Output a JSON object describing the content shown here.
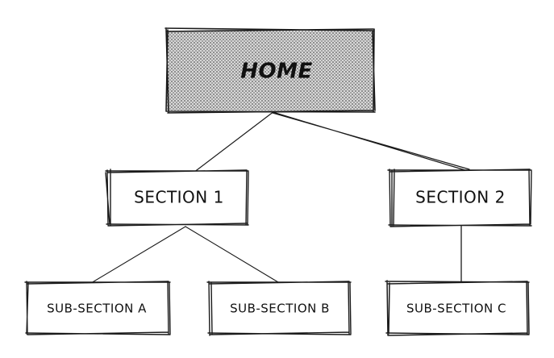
{
  "home": {
    "label": "HOME"
  },
  "sections": [
    {
      "label": "SECTION 1"
    },
    {
      "label": "SECTION 2"
    }
  ],
  "subsections": [
    {
      "label": "SUB-SECTION A"
    },
    {
      "label": "SUB-SECTION B"
    },
    {
      "label": "SUB-SECTION C"
    }
  ],
  "style": {
    "stroke_color": "#1a1a1a",
    "home_fill": "dotted grey screentone",
    "background": "#ffffff"
  }
}
